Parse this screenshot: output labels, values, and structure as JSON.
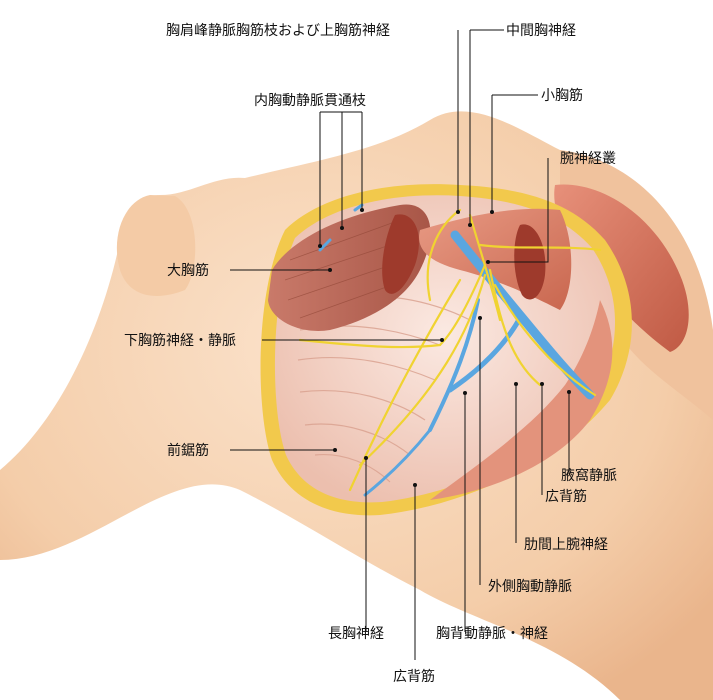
{
  "labels": {
    "thoracoacromial": "胸肩峰静脈胸筋枝および上胸筋神経",
    "medial_pectoral": "中間胸神経",
    "perforating": "内胸動静脈貫通枝",
    "pectoralis_minor": "小胸筋",
    "brachial_plexus": "腕神経叢",
    "pectoralis_major": "大胸筋",
    "inferior_pectoral": "下胸筋神経・静脈",
    "serratus_anterior": "前鋸筋",
    "axillary_vein": "腋窩静脈",
    "latissimus_right": "広背筋",
    "intercostobrachial": "肋間上腕神経",
    "lateral_thoracic": "外側胸動静脈",
    "long_thoracic": "長胸神経",
    "thoracodorsal": "胸背動静脈・神経",
    "latissimus_bottom": "広背筋"
  },
  "colors": {
    "skin": "#f6d3b4",
    "muscle": "#d9846f",
    "nerve": "#f0d331",
    "vein": "#5aa6e0",
    "fat": "#f2c94c"
  }
}
